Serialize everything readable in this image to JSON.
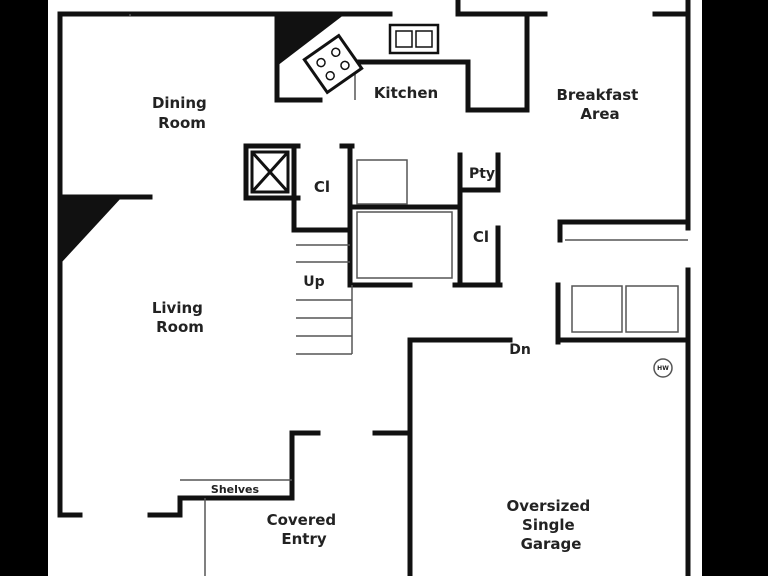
{
  "rooms": {
    "dining": [
      "Dining",
      "Room"
    ],
    "kitchen": "Kitchen",
    "breakfast": [
      "Breakfast",
      "Area"
    ],
    "closet_1": "Cl",
    "pantry": "Pty",
    "closet_2": "Cl",
    "stairs_up": "Up",
    "stairs_down": "Dn",
    "living": [
      "Living",
      "Room"
    ],
    "shelves": "Shelves",
    "entry": [
      "Covered",
      "Entry"
    ],
    "garage": [
      "Oversized",
      "Single",
      "Garage"
    ]
  },
  "appliance_labels": {
    "water_heater": "HW"
  },
  "colors": {
    "wall": "#111111",
    "paper": "#ffffff",
    "frame": "#000000",
    "fixture": "#555555"
  }
}
